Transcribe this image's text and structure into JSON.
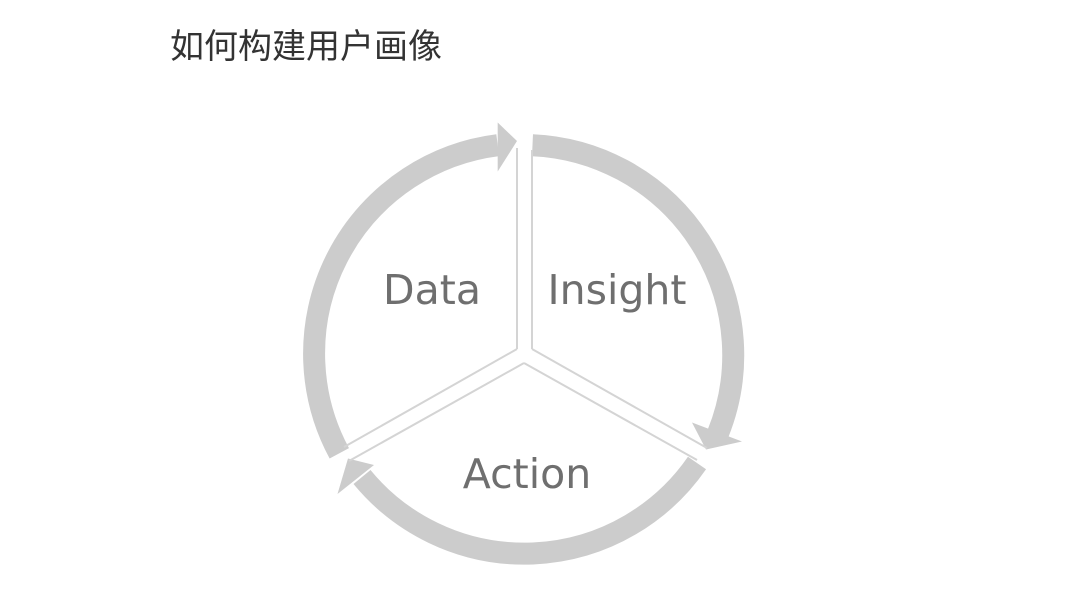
{
  "slide": {
    "title": "如何构建用户画像"
  },
  "cycle": {
    "segments": [
      {
        "label": "Data"
      },
      {
        "label": "Insight"
      },
      {
        "label": "Action"
      }
    ],
    "colors": {
      "ring": "#cccccc",
      "divider": "#d4d4d4",
      "text": "#6f6f6f"
    }
  }
}
